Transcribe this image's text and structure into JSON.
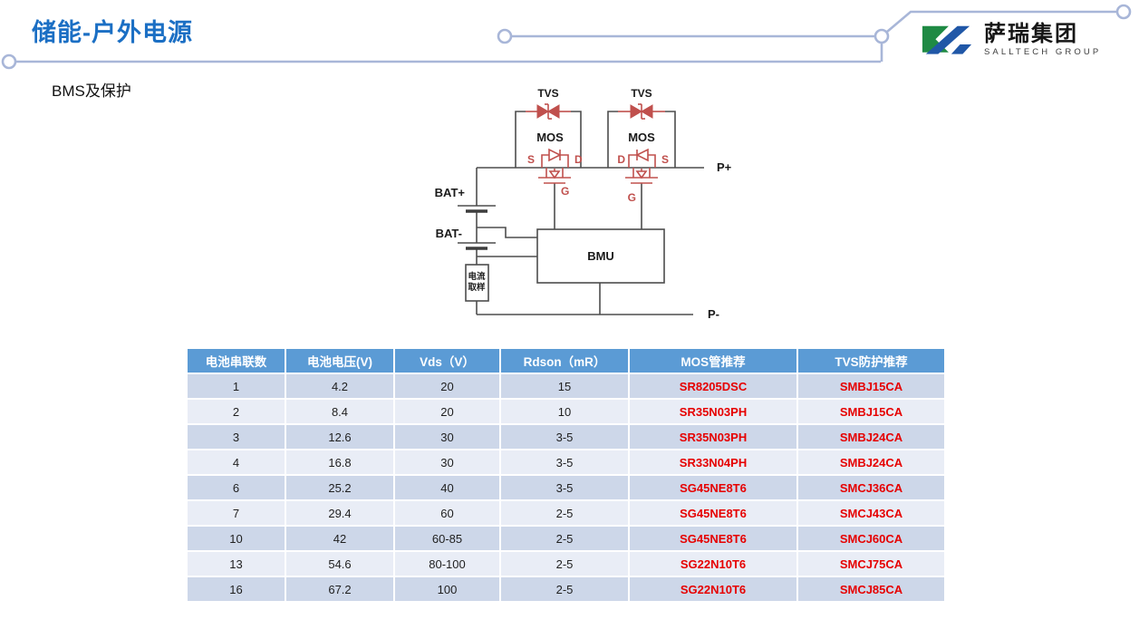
{
  "header": {
    "title": "储能-户外电源",
    "subtitle": "BMS及保护",
    "logo": {
      "cn": "萨瑞集团",
      "en": "SALLTECH GROUP"
    }
  },
  "colors": {
    "title_blue": "#1B6FC4",
    "connector_line": "#A8B6D8",
    "table_header_bg": "#5B9BD5",
    "row_band_dark": "#CDD7E9",
    "row_band_light": "#E9EDF6",
    "part_number_red": "#E60000",
    "circuit_red": "#C0504D",
    "wire_gray": "#4D4D4D",
    "logo_green": "#1F8A44",
    "logo_blue": "#2057A7"
  },
  "circuit": {
    "labels": {
      "tvs1": "TVS",
      "tvs2": "TVS",
      "mos1": "MOS",
      "mos2": "MOS",
      "s1": "S",
      "d1": "D",
      "g1": "G",
      "d2": "D",
      "s2": "S",
      "g2": "G",
      "bat_plus": "BAT+",
      "bat_minus": "BAT-",
      "bmu": "BMU",
      "p_plus": "P+",
      "p_minus": "P-",
      "current_sample_line1": "电流",
      "current_sample_line2": "取样"
    }
  },
  "table": {
    "headers": [
      "电池串联数",
      "电池电压(V)",
      "Vds（V）",
      "Rdson（mR）",
      "MOS管推荐",
      "TVS防护推荐"
    ],
    "rows": [
      [
        "1",
        "4.2",
        "20",
        "15",
        "SR8205DSC",
        "SMBJ15CA"
      ],
      [
        "2",
        "8.4",
        "20",
        "10",
        "SR35N03PH",
        "SMBJ15CA"
      ],
      [
        "3",
        "12.6",
        "30",
        "3-5",
        "SR35N03PH",
        "SMBJ24CA"
      ],
      [
        "4",
        "16.8",
        "30",
        "3-5",
        "SR33N04PH",
        "SMBJ24CA"
      ],
      [
        "6",
        "25.2",
        "40",
        "3-5",
        "SG45NE8T6",
        "SMCJ36CA"
      ],
      [
        "7",
        "29.4",
        "60",
        "2-5",
        "SG45NE8T6",
        "SMCJ43CA"
      ],
      [
        "10",
        "42",
        "60-85",
        "2-5",
        "SG45NE8T6",
        "SMCJ60CA"
      ],
      [
        "13",
        "54.6",
        "80-100",
        "2-5",
        "SG22N10T6",
        "SMCJ75CA"
      ],
      [
        "16",
        "67.2",
        "100",
        "2-5",
        "SG22N10T6",
        "SMCJ85CA"
      ]
    ]
  }
}
